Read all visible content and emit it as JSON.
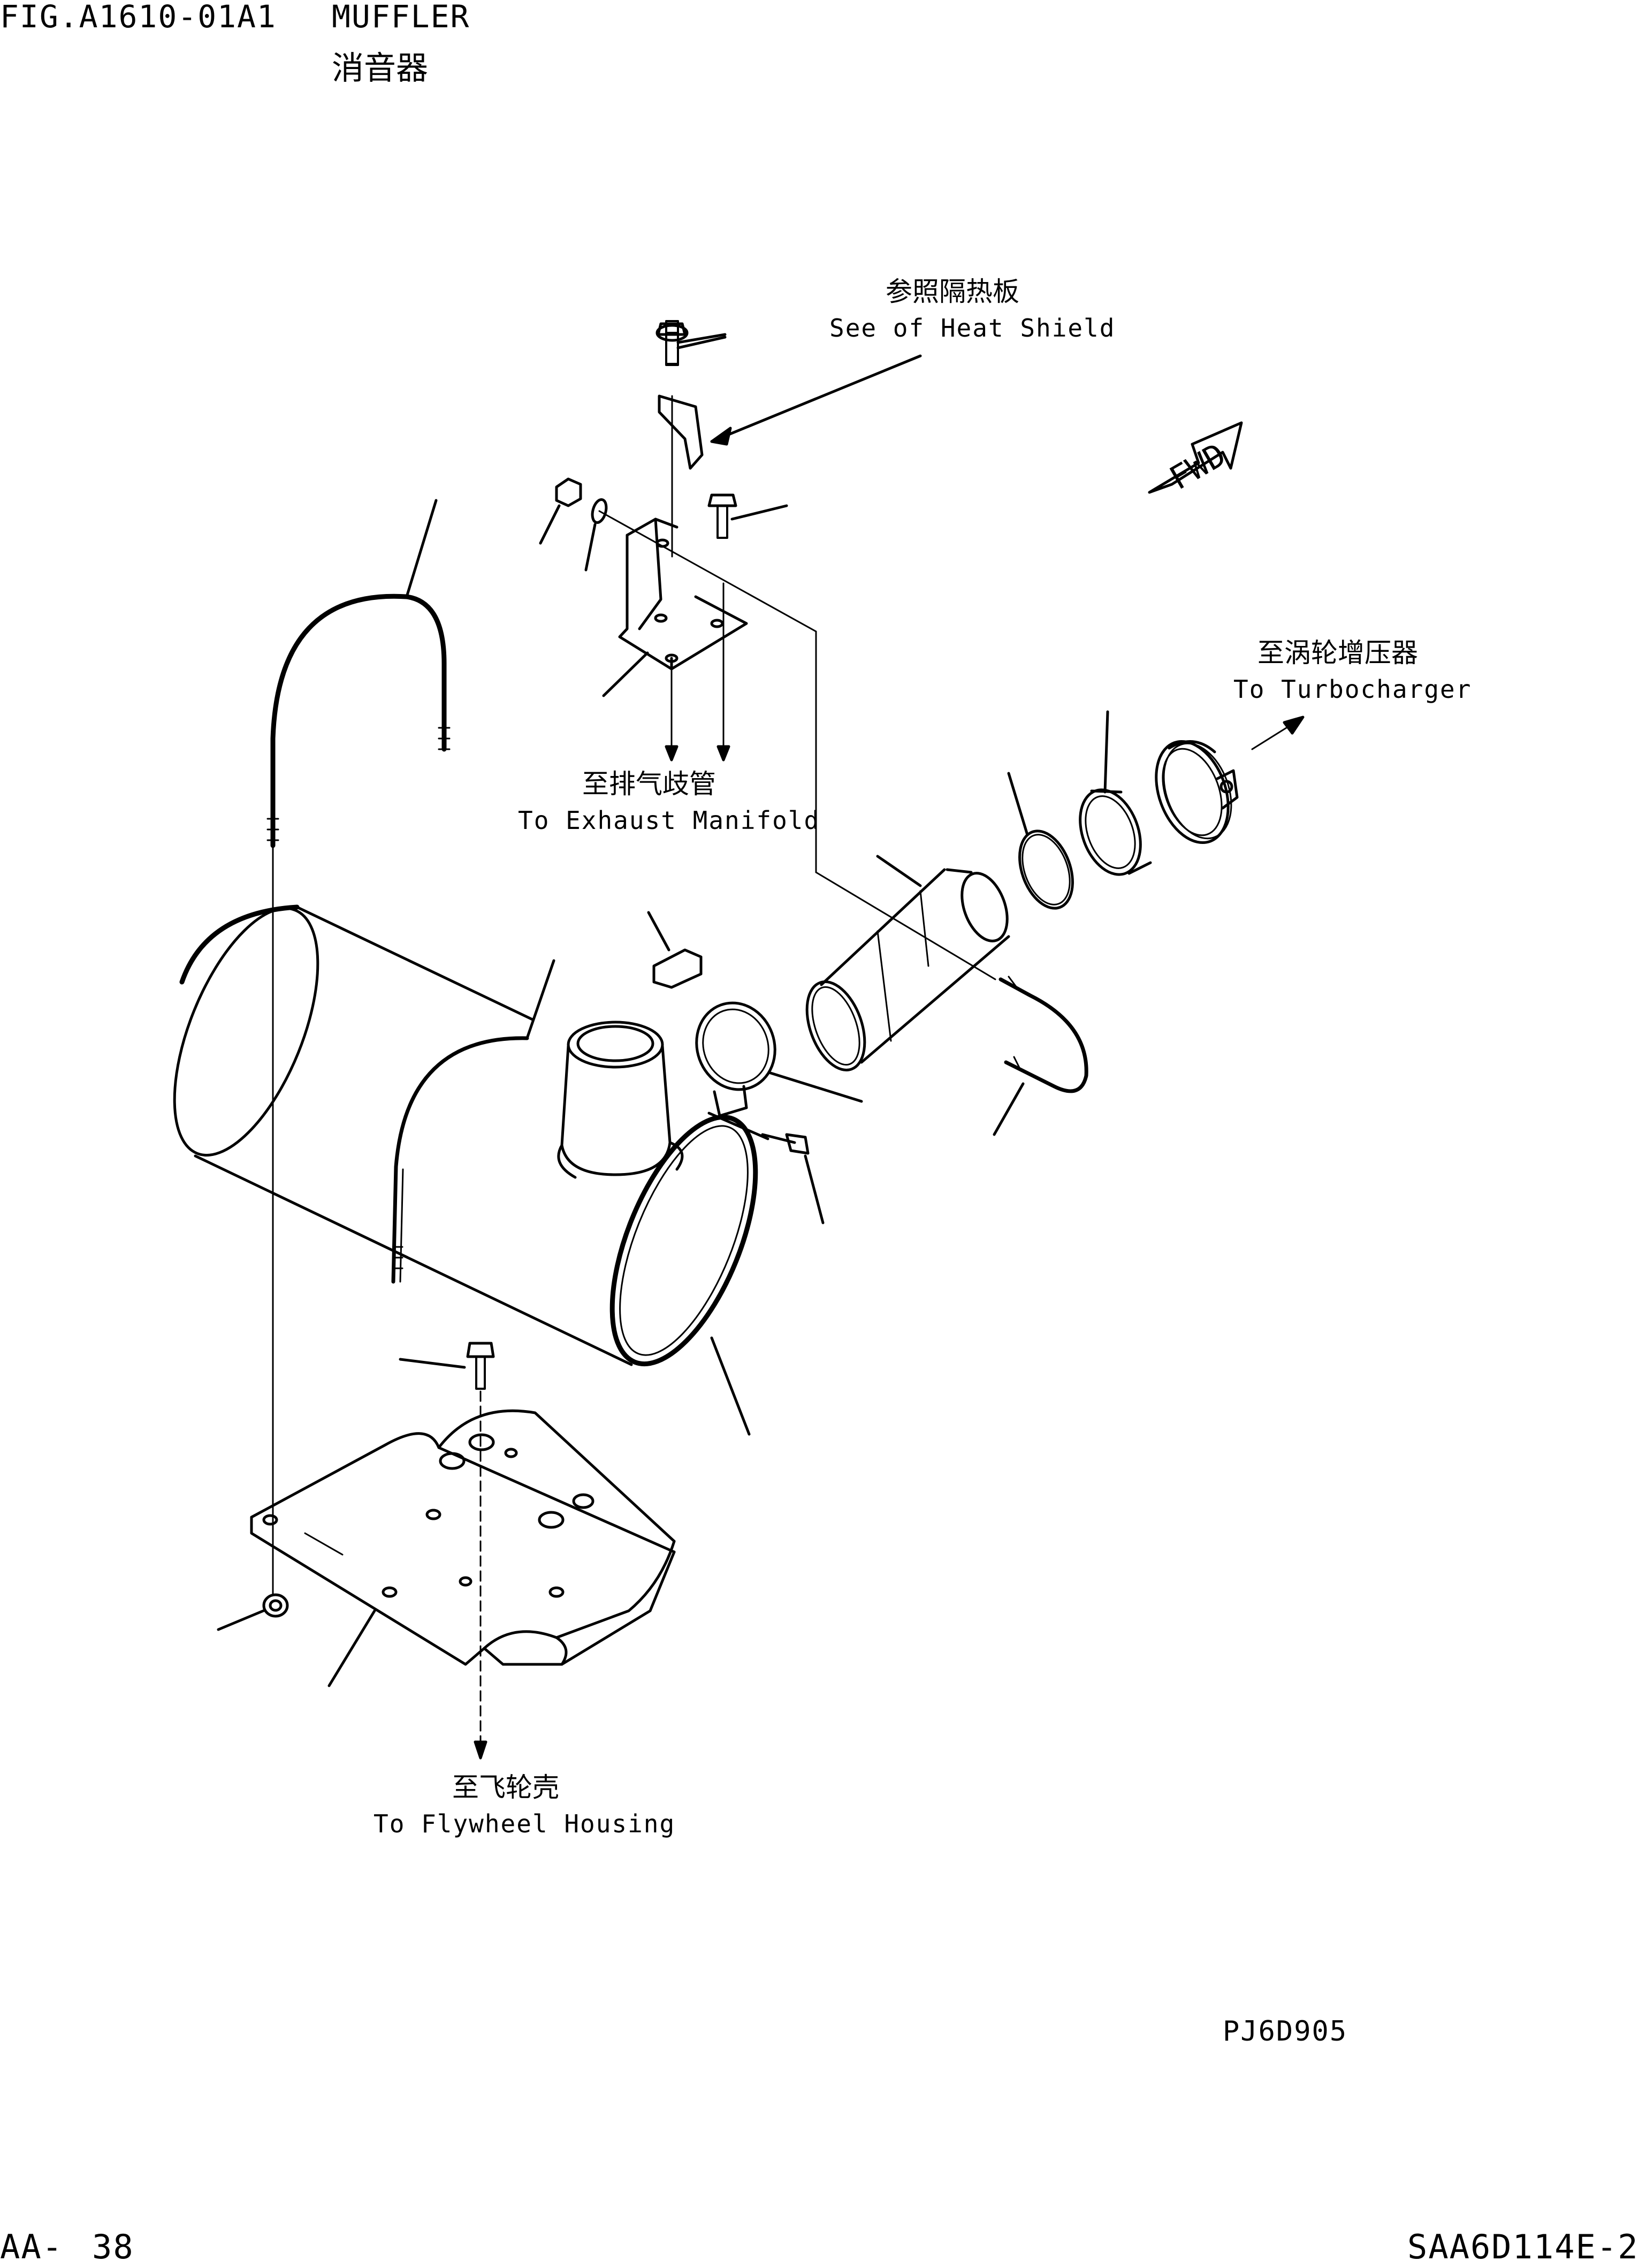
{
  "header": {
    "fig_code": "FIG.A1610-01A1",
    "title_en": "MUFFLER",
    "title_cn": "消音器"
  },
  "callouts": {
    "heat_shield_cn": "参照隔热板",
    "heat_shield_en": "See of Heat Shield",
    "turbo_cn": "至涡轮增压器",
    "turbo_en": "To Turbocharger",
    "exhaust_cn": "至排气歧管",
    "exhaust_en": "To Exhaust Manifold",
    "flywheel_cn": "至飞轮壳",
    "flywheel_en": "To Flywheel Housing",
    "fwd": "FWD"
  },
  "drawing_id": "PJ6D905",
  "footer": {
    "page_prefix": "AA-",
    "page_number": "38",
    "model": "SAA6D114E-2"
  }
}
